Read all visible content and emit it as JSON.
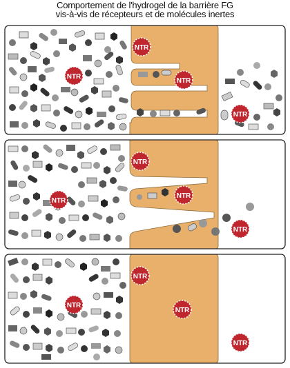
{
  "title": {
    "line1": "Comportement de l'hydrogel de la barrière FG",
    "line2": "vis-à-vis de récepteurs et de molécules inertes"
  },
  "ntr_label": "NTR",
  "colors": {
    "receptor": "#c0262e",
    "hydrogel": "#e8b06a",
    "panel_border": "#222222"
  }
}
